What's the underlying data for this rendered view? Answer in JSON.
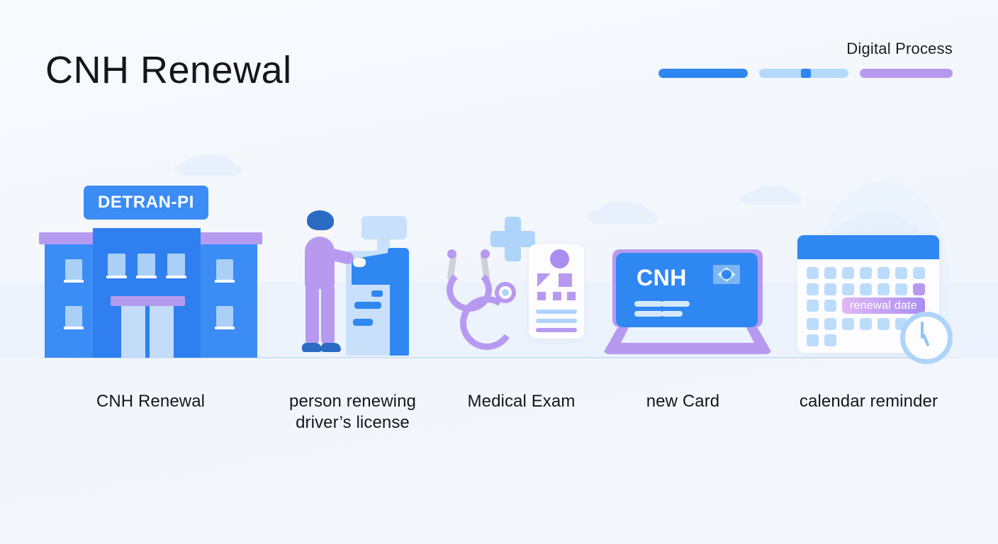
{
  "header": {
    "title": "CNH Renewal",
    "legend_label": "Digital Process",
    "bars": [
      {
        "name": "progress-bar-filled",
        "color": "#2f87f2",
        "width": 126,
        "state": "complete"
      },
      {
        "name": "progress-bar-current",
        "color": "#b5d9fa",
        "width": 126,
        "state": "in-progress",
        "marker_color": "#2f87f2",
        "marker_position_pct": 47
      },
      {
        "name": "progress-bar-upcoming",
        "color": "#b79af0",
        "width": 131,
        "state": "upcoming"
      }
    ]
  },
  "scene": {
    "building": {
      "sign_text": "DETRAN-PI",
      "body_color": "#3b8cf4",
      "roof_color": "#b49bf0",
      "window_color": "#abd0f7"
    },
    "kiosk": {
      "person_clothing_color": "#b79af0",
      "person_hair_color": "#2c6bc4",
      "kiosk_color": "#c9e0fa",
      "screen_color": "#2f87f2"
    },
    "medical": {
      "cross_color": "#aed4fa",
      "stethoscope_color": "#b79af0",
      "document_color": "#fdfcff"
    },
    "card": {
      "title": "CNH",
      "card_color": "#2f87f2",
      "base_color": "#b79af0",
      "flag_label": "brazil-flag"
    },
    "calendar": {
      "banner_text": "renewal date",
      "header_color": "#2f87f2",
      "cell_color": "#bcdcfb",
      "accent_cell_color": "#b79af0"
    }
  },
  "captions": [
    {
      "id": "caption-building",
      "text": "CNH Renewal"
    },
    {
      "id": "caption-kiosk-line1",
      "text": "person renewing"
    },
    {
      "id": "caption-kiosk-line2",
      "text": "driver’s license"
    },
    {
      "id": "caption-medical",
      "text": "Medical Exam"
    },
    {
      "id": "caption-card",
      "text": "new Card"
    },
    {
      "id": "caption-calendar",
      "text": "calendar reminder"
    }
  ],
  "colors": {
    "background": "#f4f7fd",
    "band": "#e9f2fd",
    "text": "#14161c",
    "blue": "#2f87f2",
    "light_blue": "#aed4fa",
    "purple": "#b79af0"
  }
}
